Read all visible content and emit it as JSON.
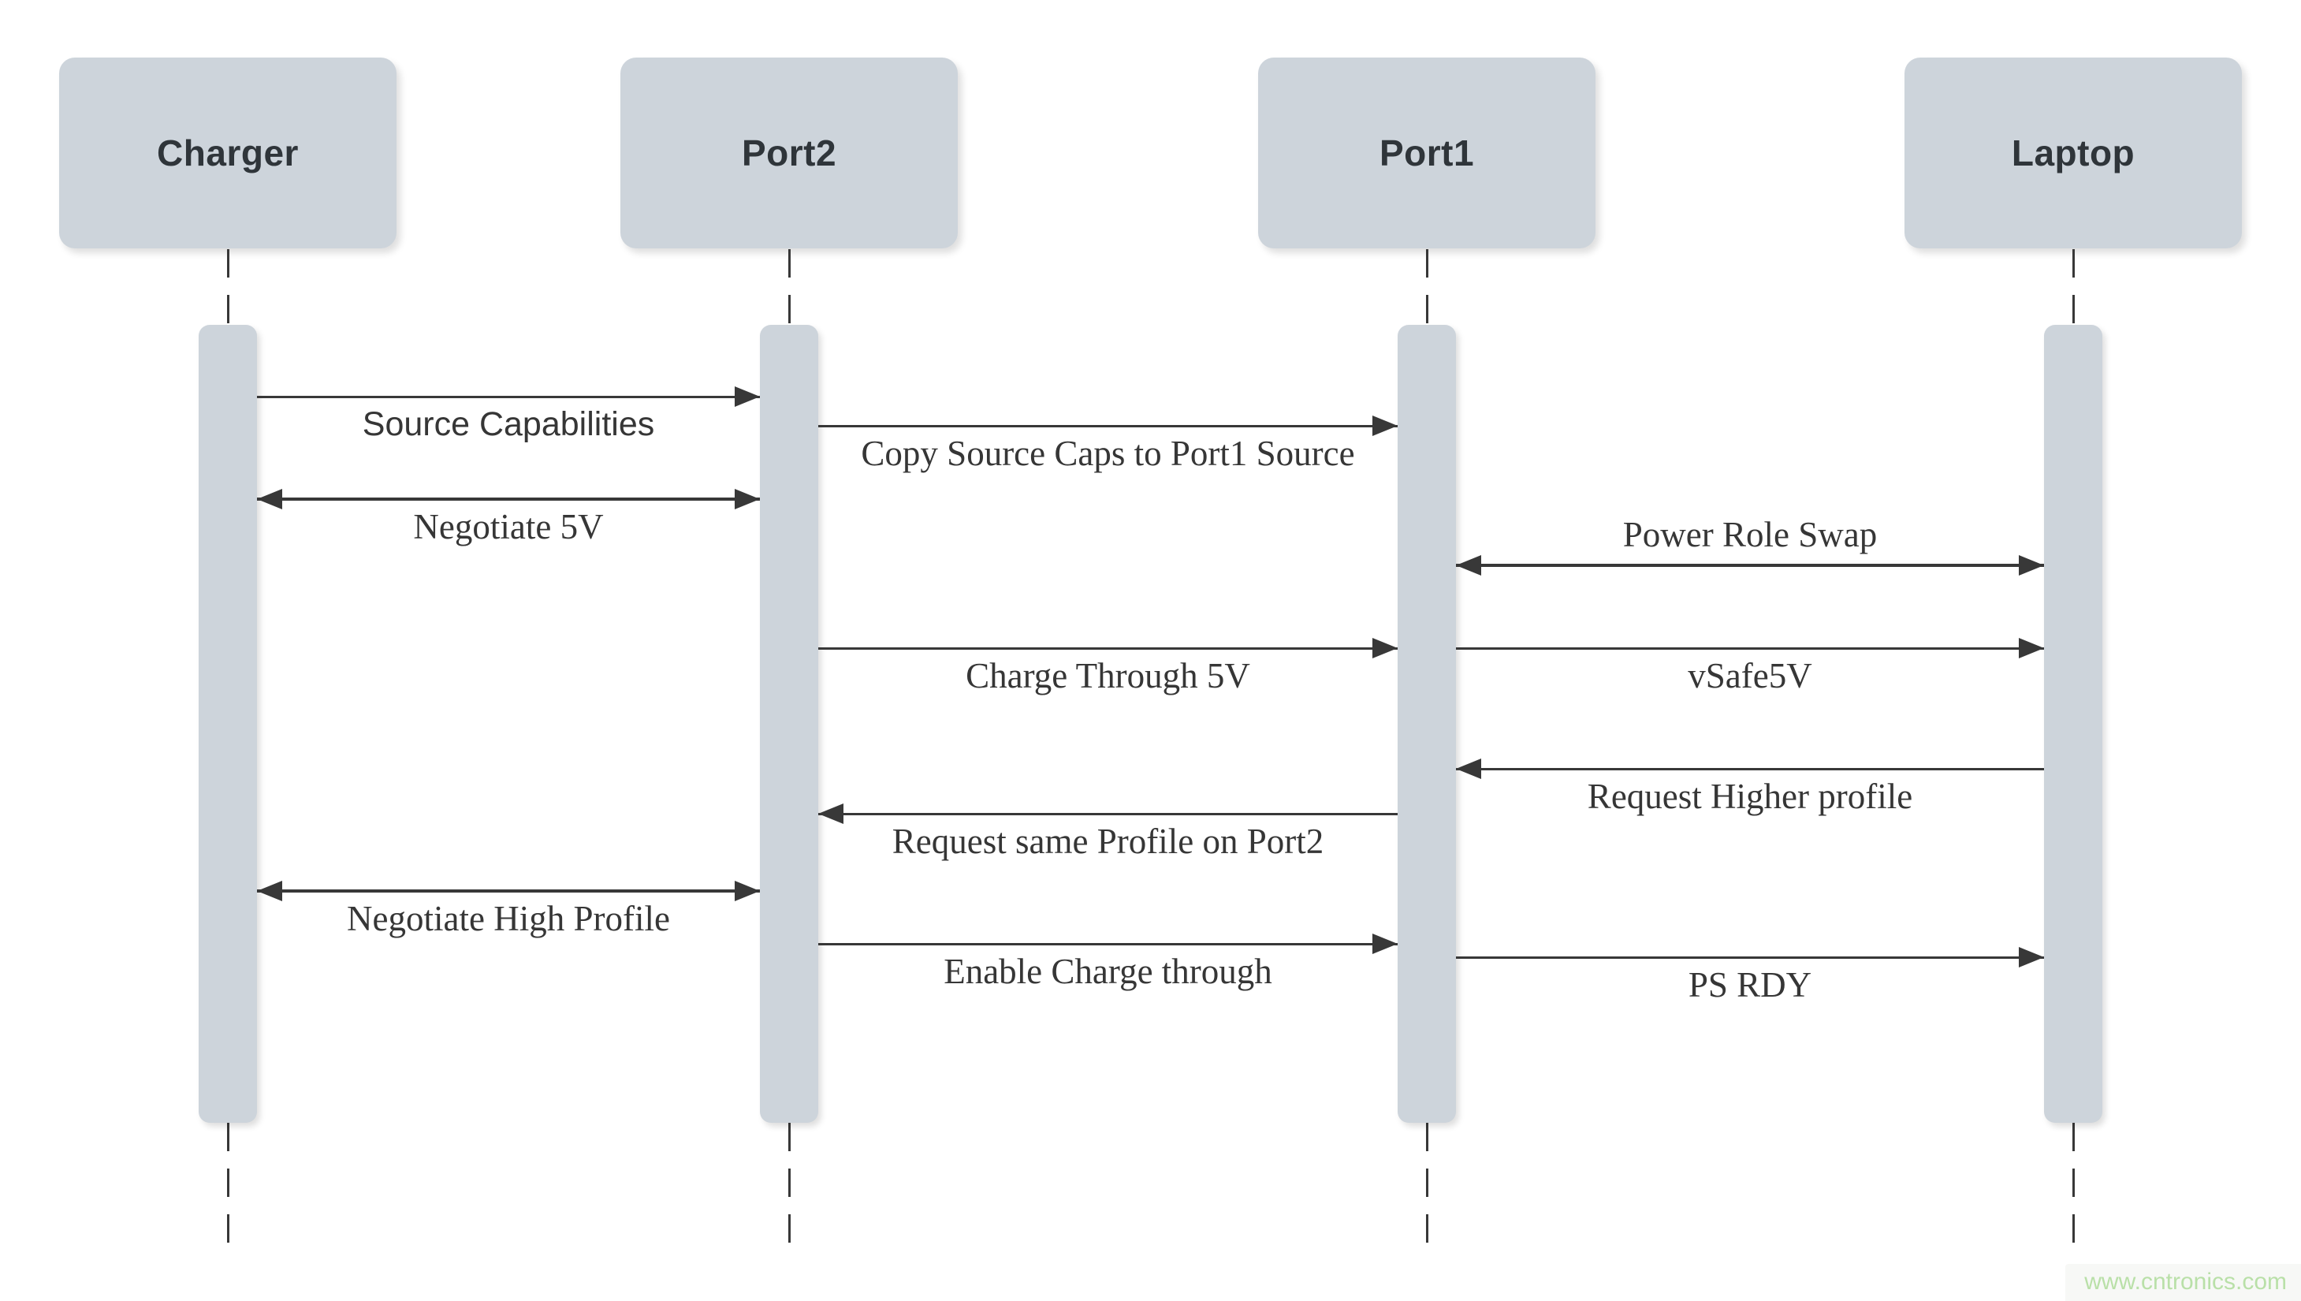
{
  "diagram": {
    "type": "sequence",
    "actors": [
      {
        "id": "charger",
        "label": "Charger"
      },
      {
        "id": "port2",
        "label": "Port2"
      },
      {
        "id": "port1",
        "label": "Port1"
      },
      {
        "id": "laptop",
        "label": "Laptop"
      }
    ],
    "messages": [
      {
        "from": "charger",
        "to": "port2",
        "label": "Source Capabilities",
        "direction": "right",
        "label_position": "below",
        "label_style": "sans"
      },
      {
        "from": "port2",
        "to": "port1",
        "label": "Copy Source Caps to Port1 Source",
        "direction": "right",
        "label_position": "below",
        "label_style": "serif"
      },
      {
        "from": "charger",
        "to": "port2",
        "label": "Negotiate 5V",
        "direction": "both",
        "label_position": "below",
        "label_style": "serif"
      },
      {
        "from": "port1",
        "to": "laptop",
        "label": "Power Role Swap",
        "direction": "both",
        "label_position": "above",
        "label_style": "serif"
      },
      {
        "from": "port2",
        "to": "port1",
        "label": "Charge Through 5V",
        "direction": "right",
        "label_position": "below",
        "label_style": "serif"
      },
      {
        "from": "port1",
        "to": "laptop",
        "label": "vSafe5V",
        "direction": "right",
        "label_position": "below",
        "label_style": "serif"
      },
      {
        "from": "laptop",
        "to": "port1",
        "label": "Request Higher profile",
        "direction": "left",
        "label_position": "below",
        "label_style": "serif"
      },
      {
        "from": "port1",
        "to": "port2",
        "label": "Request same Profile on Port2",
        "direction": "left",
        "label_position": "below",
        "label_style": "serif"
      },
      {
        "from": "charger",
        "to": "port2",
        "label": "Negotiate High Profile",
        "direction": "both",
        "label_position": "below",
        "label_style": "serif"
      },
      {
        "from": "port2",
        "to": "port1",
        "label": "Enable Charge through",
        "direction": "right",
        "label_position": "below",
        "label_style": "serif"
      },
      {
        "from": "port1",
        "to": "laptop",
        "label": "PS RDY",
        "direction": "right",
        "label_position": "below",
        "label_style": "serif"
      }
    ],
    "watermark": "www.cntronics.com",
    "colors": {
      "background": "#ffffff",
      "actor_fill": "#cdd4db",
      "actor_text": "#2f353a",
      "line": "#383838",
      "label_text": "#363636",
      "watermark": "#b9e0a8"
    }
  }
}
